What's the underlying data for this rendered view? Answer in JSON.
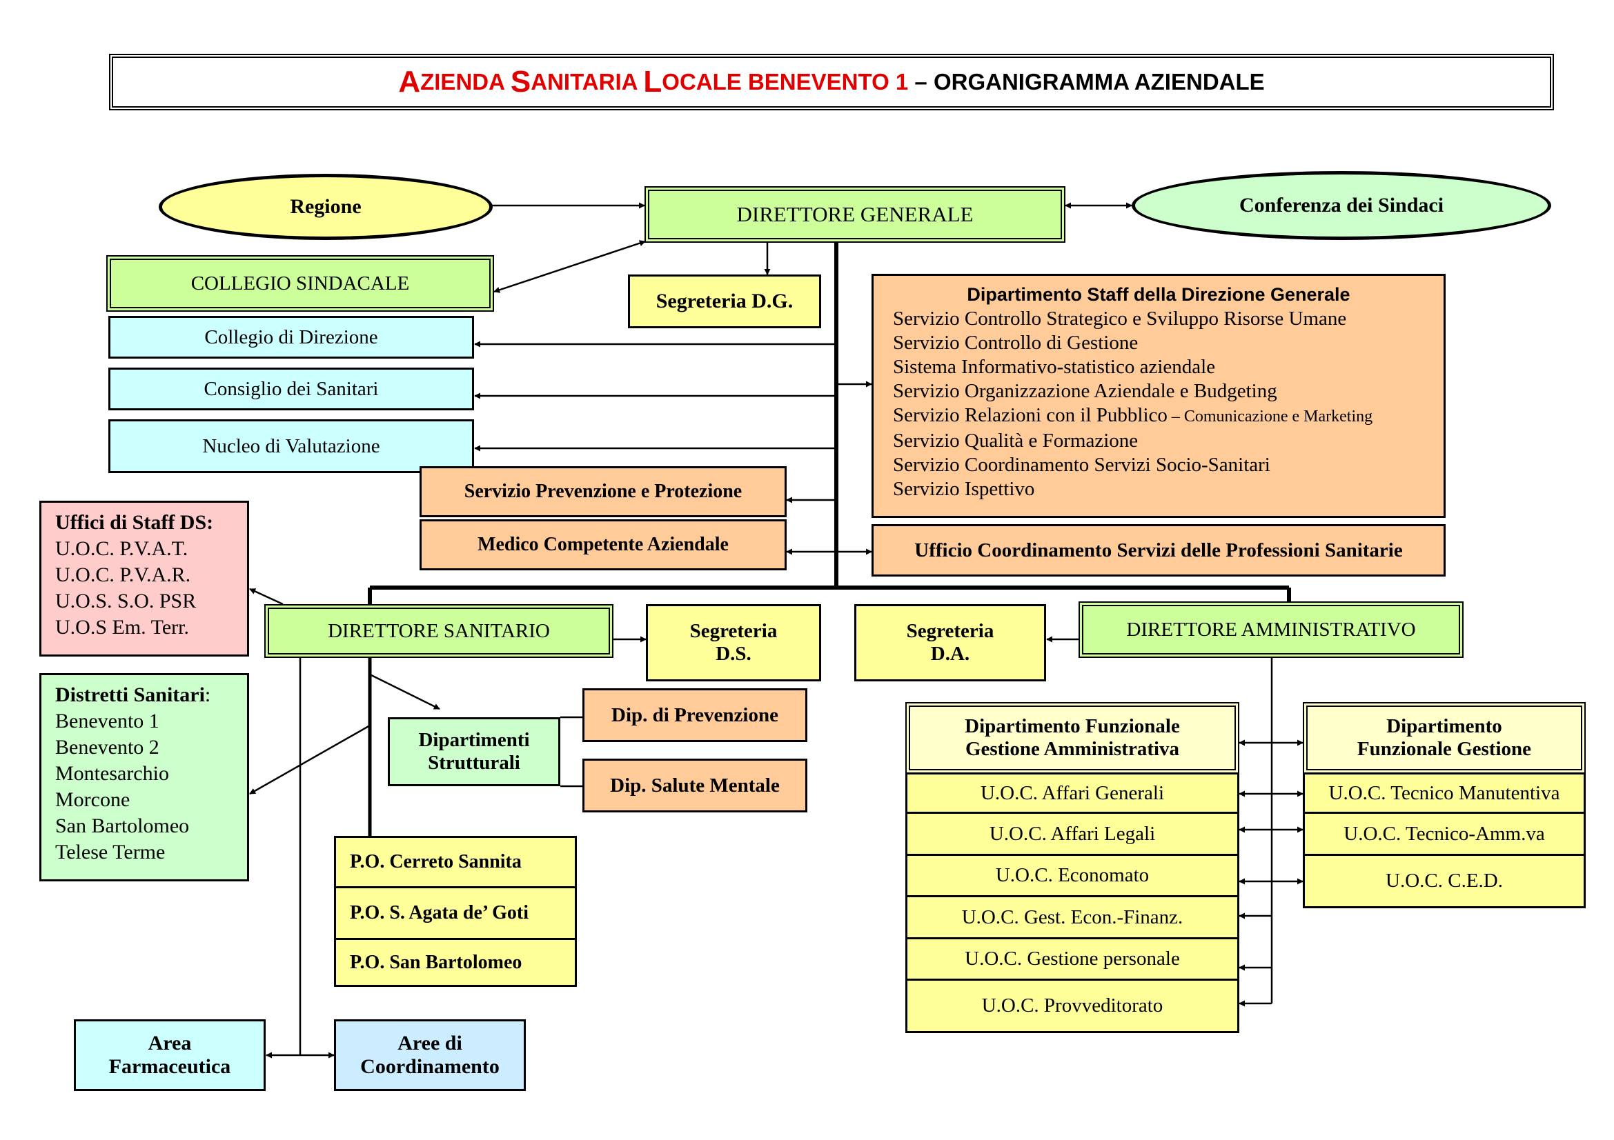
{
  "title": {
    "a_cap": "A",
    "a_rest": "ZIENDA ",
    "s_cap": "S",
    "s_rest": "ANITARIA ",
    "l_cap": "L",
    "l_rest": "OCALE ",
    "red_tail": "BENEVENTO 1",
    "black_tail": " – ORGANIGRAMMA AZIENDALE"
  },
  "top": {
    "regione": "Regione",
    "direttore_generale": "DIRETTORE GENERALE",
    "conferenza": "Conferenza dei Sindaci",
    "collegio_sindacale": "COLLEGIO SINDACALE",
    "segreteria_dg": "Segreteria D.G.",
    "collegio_direzione": "Collegio di Direzione",
    "consiglio_sanitari": "Consiglio dei Sanitari",
    "nucleo_valutazione": "Nucleo di Valutazione",
    "servizio_prevenzione": "Servizio Prevenzione e Protezione",
    "medico_competente": "Medico Competente Aziendale",
    "ufficio_coordinamento": "Ufficio Coordinamento Servizi delle Professioni Sanitarie"
  },
  "staff_dg": {
    "header": "Dipartimento Staff della Direzione Generale",
    "items": [
      "Servizio Controllo Strategico e Sviluppo Risorse Umane",
      "Servizio Controllo di Gestione",
      "Sistema Informativo-statistico aziendale",
      "Servizio Organizzazione Aziendale e Budgeting",
      "Servizio Relazioni con il Pubblico",
      "Servizio Qualità e Formazione",
      "Servizio Coordinamento Servizi Socio-Sanitari",
      "Servizio Ispettivo"
    ],
    "relazioni_suffix": " – Comunicazione e Marketing"
  },
  "sanitario": {
    "uffici_staff_header": "Uffici di Staff DS:",
    "uffici_staff": [
      "U.O.C. P.V.A.T.",
      "U.O.C. P.V.A.R.",
      "U.O.S. S.O. PSR",
      "U.O.S  Em. Terr."
    ],
    "direttore": "DIRETTORE SANITARIO",
    "segreteria_ds": [
      "Segreteria",
      "D.S."
    ],
    "distretti_header": "Distretti Sanitari",
    "distretti_colon": ":",
    "distretti": [
      "Benevento 1",
      "Benevento 2",
      "Montesarchio",
      "Morcone",
      "San Bartolomeo",
      "Telese Terme"
    ],
    "dipartimenti_strutturali": [
      "Dipartimenti",
      "Strutturali"
    ],
    "dip_prevenzione": "Dip. di Prevenzione",
    "dip_salute_mentale": "Dip. Salute Mentale",
    "presidi": [
      "P.O. Cerreto Sannita",
      "P.O.  S. Agata de’ Goti",
      "P.O.  San Bartolomeo"
    ],
    "area_farmaceutica": [
      "Area",
      "Farmaceutica"
    ],
    "aree_coordinamento": [
      "Aree di",
      "Coordinamento"
    ]
  },
  "amministrativo": {
    "segreteria_da": [
      "Segreteria",
      "D.A."
    ],
    "direttore": "DIRETTORE AMMINISTRATIVO",
    "dip_gestione_amministrativa": [
      "Dipartimento Funzionale",
      "Gestione Amministrativa"
    ],
    "uoc_amministrative": [
      "U.O.C.  Affari Generali",
      "U.O.C.  Affari Legali",
      "U.O.C.  Economato",
      "U.O.C. Gest. Econ.-Finanz.",
      "U.O.C.  Gestione personale",
      "U.O.C.  Provveditorato"
    ],
    "dip_gestione": [
      "Dipartimento",
      "Funzionale Gestione"
    ],
    "uoc_gestione": [
      "U.O.C. Tecnico Manutentiva",
      "U.O.C. Tecnico-Amm.va",
      "U.O.C. C.E.D."
    ]
  }
}
